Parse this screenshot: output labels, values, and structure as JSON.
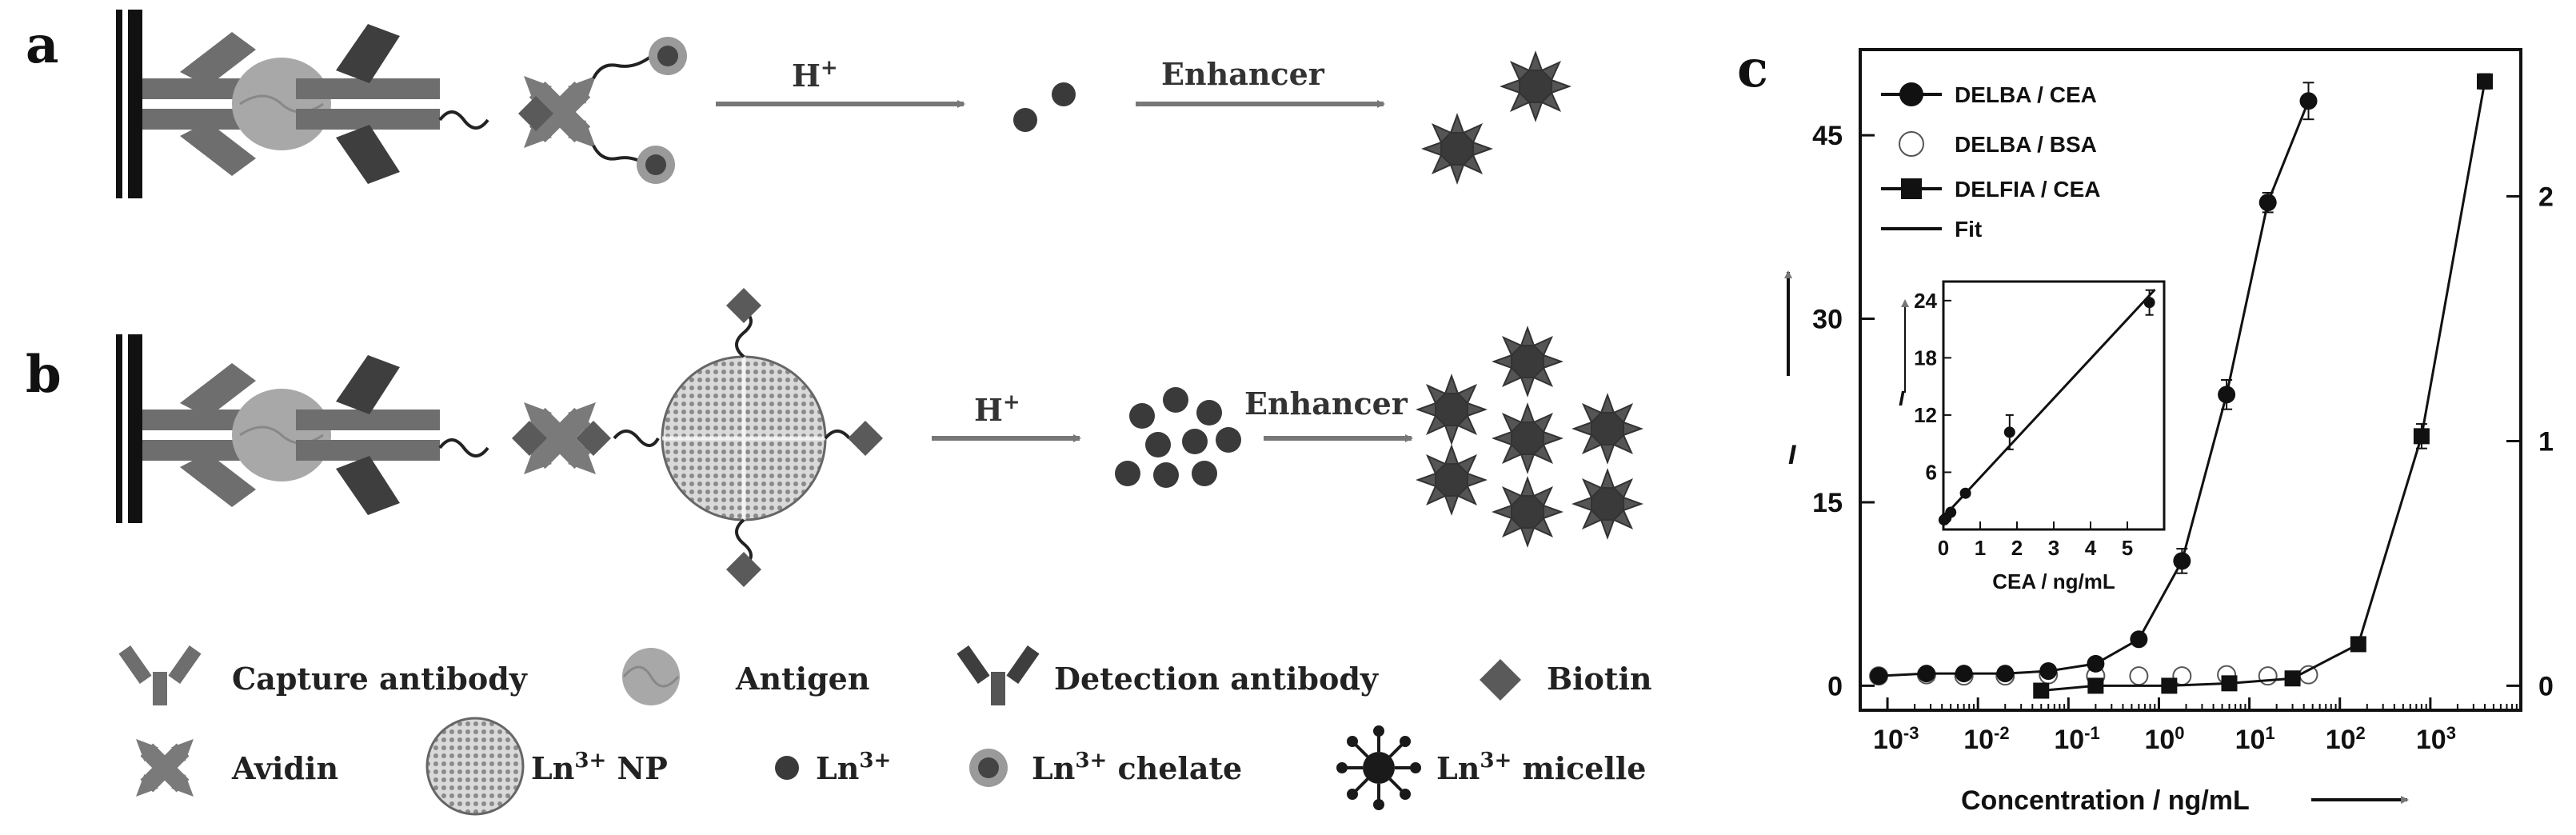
{
  "panels": {
    "a": "a",
    "b": "b",
    "c": "c"
  },
  "row_a": {
    "acid_label": "H",
    "acid_sup": "+",
    "enhancer_label": "Enhancer"
  },
  "row_b": {
    "acid_label": "H",
    "acid_sup": "+",
    "enhancer_label": "Enhancer"
  },
  "legend": {
    "capture_antibody": "Capture antibody",
    "antigen": "Antigen",
    "detection_antibody": "Detection antibody",
    "biotin": "Biotin",
    "avidin": "Avidin",
    "ln_np_pre": "Ln",
    "ln_np_sup": "3+",
    "ln_np_post": " NP",
    "ln_ion_pre": "Ln",
    "ln_ion_sup": "3+",
    "ln_chelate_pre": "Ln",
    "ln_chelate_sup": "3+",
    "ln_chelate_post": " chelate",
    "ln_micelle_pre": "Ln",
    "ln_micelle_sup": "3+",
    "ln_micelle_post": " micelle"
  },
  "colors": {
    "antibody": "#6e6e6e",
    "antibody_dark": "#3e3e3e",
    "antigen": "#a8a8a8",
    "avidin": "#7a7a7a",
    "biotin": "#5a5a5a",
    "arrow": "#777777",
    "ion": "#3a3a3a"
  },
  "chart_data": {
    "type": "scatter",
    "xlabel": "Concentration / ng/mL",
    "ylabel": "I",
    "xscale": "log",
    "xlim": [
      0.0005,
      10000
    ],
    "ylim_left": [
      -2,
      52
    ],
    "ylim_right": [
      -0.1,
      2.6
    ],
    "xticks": [
      "10",
      "10",
      "10",
      "10",
      "10",
      "10",
      "10",
      "10"
    ],
    "xtick_exponents": [
      "-3",
      "-2",
      "-1",
      "0",
      "1",
      "2",
      "3"
    ],
    "xtick_labels": [
      {
        "base": "10",
        "exp": "-3"
      },
      {
        "base": "10",
        "exp": "-2"
      },
      {
        "base": "10",
        "exp": "-1"
      },
      {
        "base": "10",
        "exp": "0"
      },
      {
        "base": "10",
        "exp": "1"
      },
      {
        "base": "10",
        "exp": "2"
      },
      {
        "base": "10",
        "exp": "3"
      }
    ],
    "yticks_left": [
      "0",
      "15",
      "30",
      "45"
    ],
    "yticks_right": [
      "0",
      "1",
      "2"
    ],
    "legend_position": "top-left",
    "legend": [
      "DELBA / CEA",
      "DELBA / BSA",
      "DELFIA / CEA",
      "Fit"
    ],
    "series": [
      {
        "name": "DELBA / CEA",
        "axis": "left",
        "marker": "filled-circle",
        "x": [
          0.0008,
          0.0027,
          0.007,
          0.02,
          0.06,
          0.2,
          0.6,
          1.8,
          5.6,
          16,
          45
        ],
        "y": [
          0.8,
          1.0,
          1.0,
          1.0,
          1.2,
          1.8,
          3.8,
          10.2,
          23.8,
          39.5,
          47.8
        ],
        "err": [
          0.3,
          0.3,
          0.3,
          0.3,
          0.3,
          0.5,
          0.5,
          1.0,
          1.2,
          0.8,
          1.5
        ]
      },
      {
        "name": "DELBA / BSA",
        "axis": "left",
        "marker": "open-circle",
        "x": [
          0.0008,
          0.0027,
          0.007,
          0.02,
          0.06,
          0.2,
          0.6,
          1.8,
          5.6,
          16,
          45
        ],
        "y": [
          0.8,
          0.9,
          0.8,
          0.8,
          0.9,
          0.8,
          0.8,
          0.8,
          0.9,
          0.8,
          0.9
        ],
        "err": [
          0.2,
          0.2,
          0.2,
          0.2,
          0.2,
          0.2,
          0.2,
          0.2,
          0.2,
          0.2,
          0.2
        ]
      },
      {
        "name": "DELFIA / CEA",
        "axis": "right",
        "marker": "filled-square",
        "x": [
          0.05,
          0.2,
          1.3,
          6,
          30,
          160,
          800,
          4000
        ],
        "y": [
          -0.02,
          0.0,
          0.0,
          0.01,
          0.03,
          0.17,
          1.02,
          2.47
        ],
        "err": [
          0.01,
          0.01,
          0.01,
          0.01,
          0.02,
          0.02,
          0.05,
          0.03
        ]
      }
    ],
    "inset": {
      "type": "scatter",
      "xlabel": "CEA / ng/mL",
      "ylabel": "I",
      "xlim": [
        0,
        6
      ],
      "ylim": [
        0,
        26
      ],
      "xticks": [
        "0",
        "1",
        "2",
        "3",
        "4",
        "5"
      ],
      "yticks": [
        "6",
        "12",
        "18",
        "24"
      ],
      "fit": {
        "slope": 4.15,
        "intercept": 1.3
      },
      "x": [
        0.02,
        0.07,
        0.2,
        0.6,
        1.8,
        5.6
      ],
      "y": [
        1.0,
        1.2,
        1.8,
        3.8,
        10.2,
        23.8
      ],
      "err": [
        0.2,
        0.2,
        0.3,
        0.3,
        1.8,
        1.3
      ]
    }
  }
}
